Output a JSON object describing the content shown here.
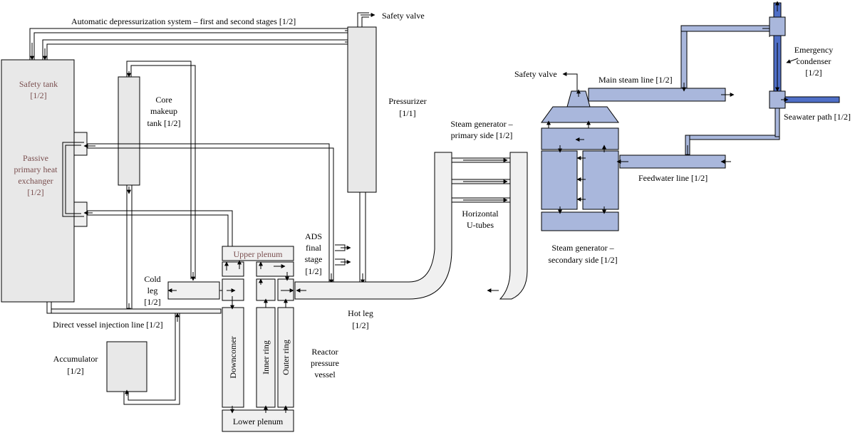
{
  "labels": {
    "ads_line": "Automatic depressurization system – first and second stages [1/2]",
    "safety_valve_pzr": "Safety valve",
    "safety_tank_1": "Safety tank",
    "safety_tank_2": "[1/2]",
    "phx_1": "Passive",
    "phx_2": "primary heat",
    "phx_3": "exchanger",
    "phx_4": "[1/2]",
    "cmt_1": "Core",
    "cmt_2": "makeup",
    "cmt_3": "tank [1/2]",
    "pzr_1": "Pressurizer",
    "pzr_2": "[1/1]",
    "cold_leg_1": "Cold",
    "cold_leg_2": "leg",
    "cold_leg_3": "[1/2]",
    "dvi": "Direct vessel injection line [1/2]",
    "acc_1": "Accumulator",
    "acc_2": "[1/2]",
    "upper_plenum": "Upper plenum",
    "lower_plenum": "Lower plenum",
    "downcomer": "Downcomer",
    "inner_ring": "Inner ring",
    "outer_ring": "Outer ring",
    "rpv_1": "Reactor",
    "rpv_2": "pressure",
    "rpv_3": "vessel",
    "ads_final_1": "ADS",
    "ads_final_2": "final",
    "ads_final_3": "stage",
    "ads_final_4": "[1/2]",
    "hot_leg_1": "Hot leg",
    "hot_leg_2": "[1/2]",
    "sg_primary_1": "Steam generator –",
    "sg_primary_2": "primary side [1/2]",
    "u_tubes_1": "Horizontal",
    "u_tubes_2": "U-tubes",
    "safety_valve_sg": "Safety valve",
    "main_steam": "Main steam line [1/2]",
    "emerg_1": "Emergency",
    "emerg_2": "condenser",
    "emerg_3": "[1/2]",
    "seawater": "Seawater path [1/2]",
    "feedwater": "Feedwater line [1/2]",
    "sg_secondary_1": "Steam generator –",
    "sg_secondary_2": "secondary side [1/2]"
  },
  "colors": {
    "primary_fill": "#e8e8e8",
    "secondary_fill": "#a9b7dc",
    "seawater_fill": "#4f6fc7"
  }
}
